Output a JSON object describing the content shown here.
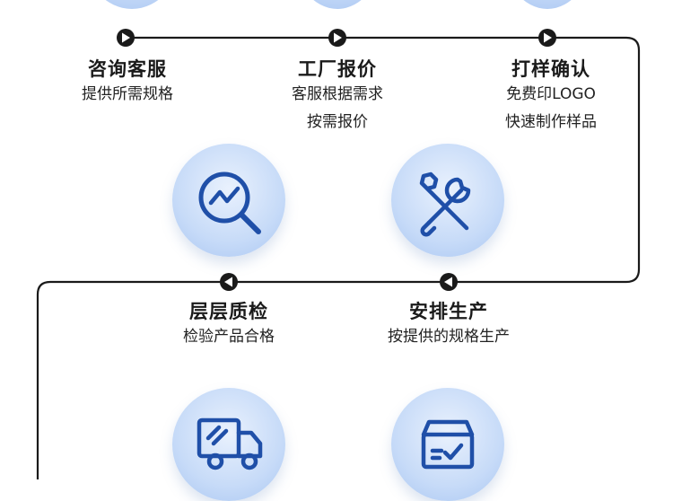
{
  "steps": [
    {
      "title": "咨询客服",
      "desc": [
        "提供所需规格"
      ]
    },
    {
      "title": "工厂报价",
      "desc": [
        "客服根据需求",
        "按需报价"
      ]
    },
    {
      "title": "打样确认",
      "desc": [
        "免费印LOGO",
        "快速制作样品"
      ]
    },
    {
      "title": "安排生产",
      "desc": [
        "按提供的规格生产"
      ]
    },
    {
      "title": "层层质检",
      "desc": [
        "检验产品合格"
      ]
    }
  ],
  "icons": {
    "step4": "chart-magnifier-icon",
    "step5": "tools-icon",
    "step6": "delivery-truck-icon",
    "step7": "package-box-icon"
  },
  "colors": {
    "line": "#1a1a1a",
    "circle": "#c7dbf8",
    "icon": "#1f4fa8"
  }
}
